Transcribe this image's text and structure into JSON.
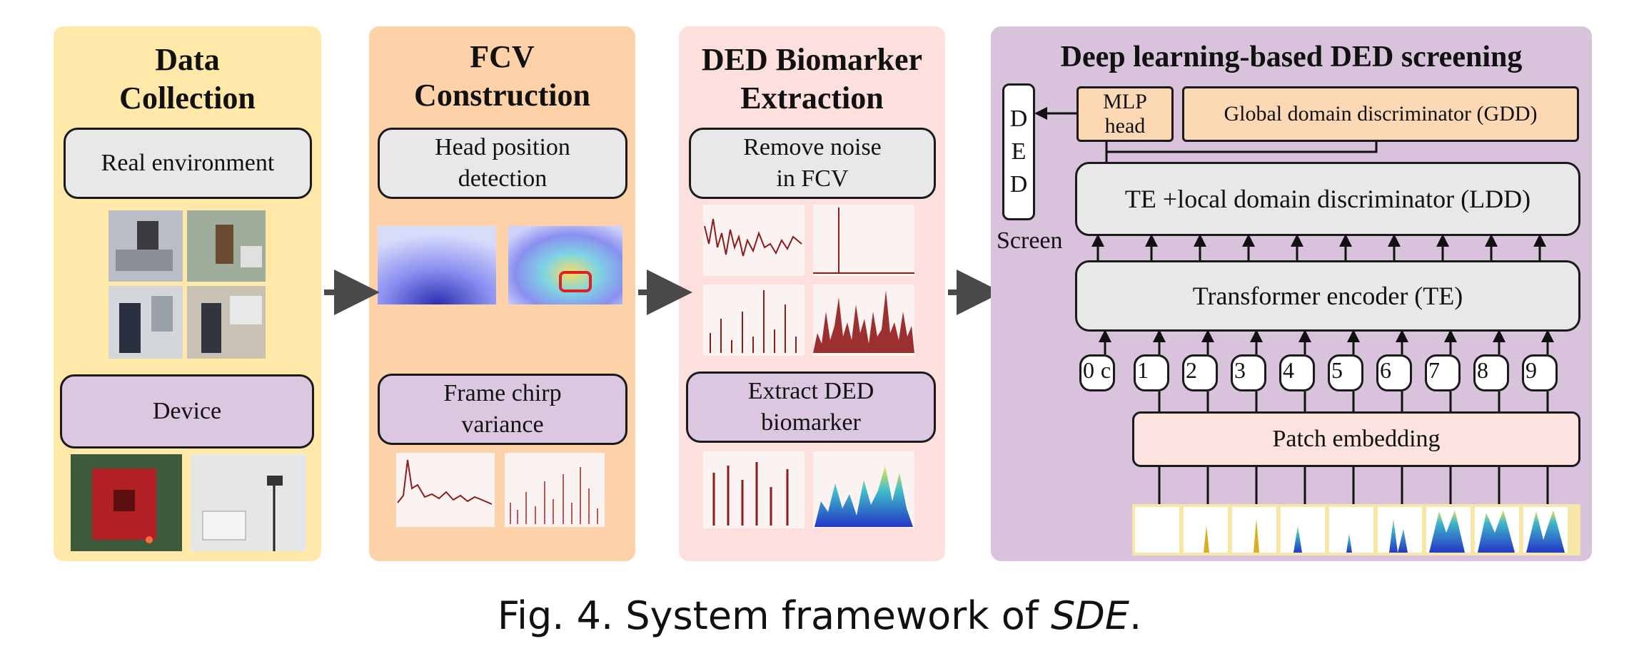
{
  "panels": {
    "collection": {
      "title": "Data\nCollection",
      "real_env": "Real environment",
      "device": "Device"
    },
    "fcv": {
      "title": "FCV\nConstruction",
      "head": "Head position\ndetection",
      "chirp": "Frame chirp\nvariance"
    },
    "biomarker": {
      "title": "DED Biomarker\nExtraction",
      "noise": "Remove noise\nin FCV",
      "extract": "Extract DED\nbiomarker"
    },
    "screening": {
      "title": "Deep learning-based DED screening",
      "mlp": "MLP\nhead",
      "gdd": "Global domain discriminator (GDD)",
      "ded_letters": [
        "D",
        "E",
        "D"
      ],
      "screen": "Screen",
      "te_ldd": "TE +local domain discriminator (LDD)",
      "te": "Transformer encoder (TE)",
      "patch": "Patch embedding",
      "tokens": [
        "0",
        "c",
        "1",
        "2",
        "3",
        "4",
        "5",
        "6",
        "7",
        "8",
        "9"
      ]
    }
  },
  "caption": {
    "prefix": "Fig. 4.  System framework of ",
    "emph": "SDE",
    "suffix": "."
  },
  "colors": {
    "arrow": "#4a4a4a",
    "signal": "#8b1c1c",
    "heatmap_a": "#2436c8",
    "heatmap_b": "#f2e24a"
  }
}
